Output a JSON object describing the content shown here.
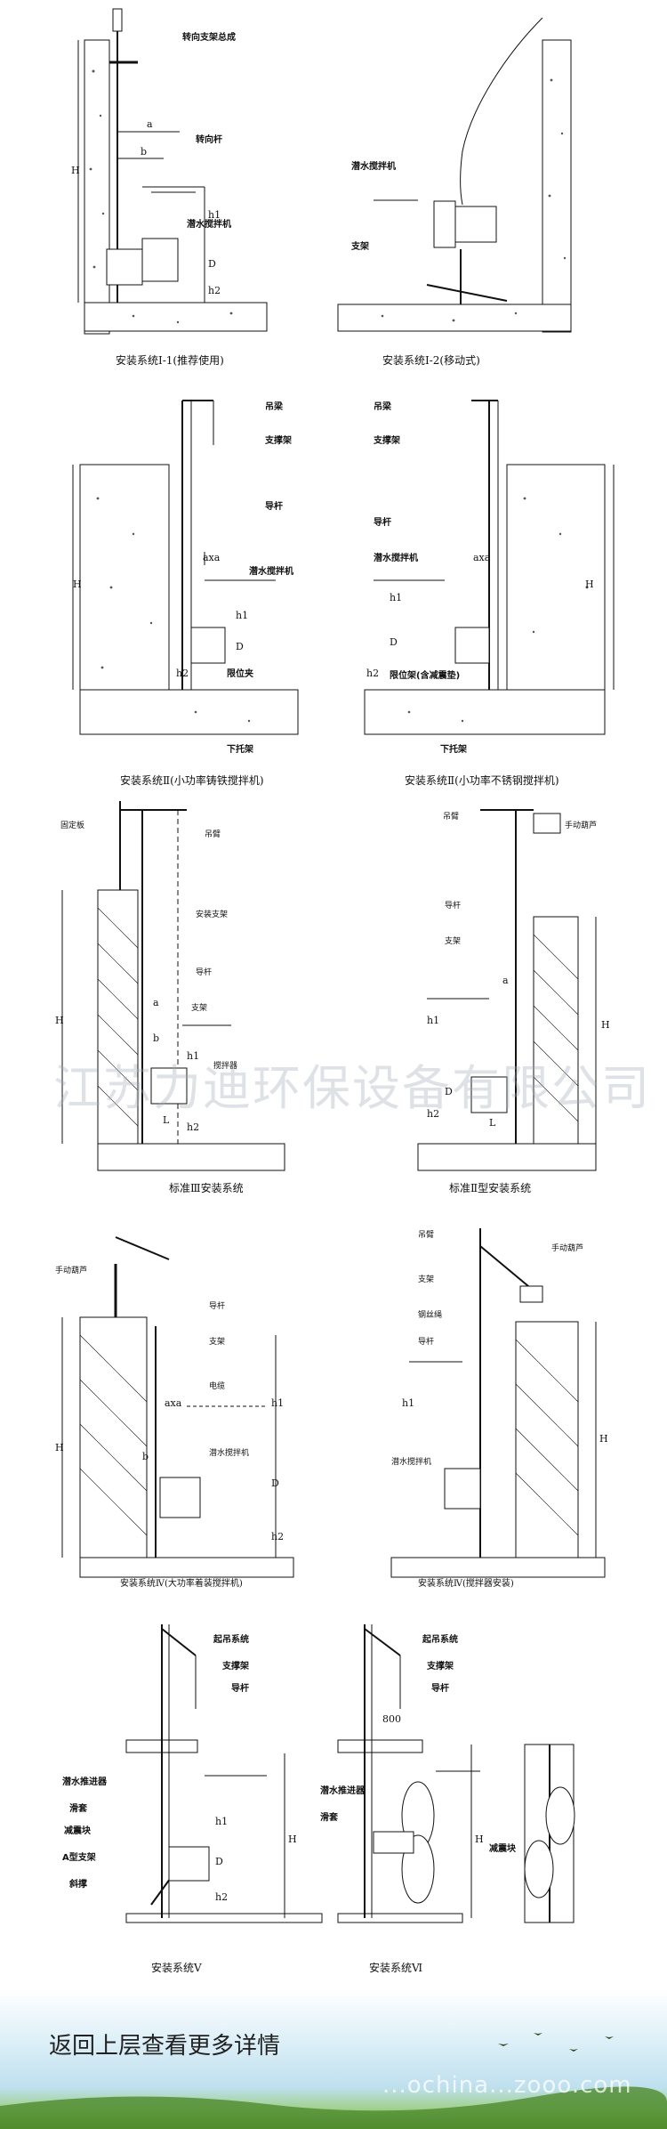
{
  "watermark": "江苏力迪环保设备有限公司",
  "footer": {
    "link_text": "返回上层查看更多详情",
    "site": "...ochina...zooo.com"
  },
  "panels": [
    {
      "caption": "安装系统Ⅰ-1(推荐使用)",
      "labels": [
        "转向支架总成",
        "转向杆",
        "潜水搅拌机"
      ],
      "dims": [
        "H",
        "a",
        "b",
        "h1",
        "D",
        "h2"
      ]
    },
    {
      "caption": "安装系统Ⅰ-2(移动式)",
      "labels": [
        "潜水搅拌机",
        "支架"
      ],
      "dims": []
    },
    {
      "caption": "安装系统Ⅱ(小功率铸铁搅拌机)",
      "labels": [
        "吊梁",
        "支撑架",
        "导杆",
        "潜水搅拌机",
        "限位夹",
        "下托架"
      ],
      "dims": [
        "H",
        "axa",
        "h1",
        "D",
        "h2"
      ]
    },
    {
      "caption": "安装系统Ⅱ(小功率不锈钢搅拌机)",
      "labels": [
        "吊梁",
        "支撑架",
        "导杆",
        "潜水搅拌机",
        "限位架(含减震垫)",
        "下托架"
      ],
      "dims": [
        "H",
        "axa",
        "h1",
        "D",
        "h2"
      ]
    },
    {
      "caption": "标准Ⅲ安装系统",
      "labels": [
        "固定板",
        "吊臂",
        "安装支架",
        "导杆",
        "支架",
        "搅拌器"
      ],
      "dims": [
        "H",
        "a",
        "b",
        "h1",
        "h2",
        "L"
      ]
    },
    {
      "caption": "标准Ⅱ型安装系统",
      "labels": [
        "吊臂",
        "手动葫芦",
        "导杆",
        "支架"
      ],
      "dims": [
        "H",
        "a",
        "h1",
        "h2",
        "D",
        "L"
      ]
    },
    {
      "caption": "安装系统Ⅳ(大功率着装搅拌机)",
      "labels": [
        "手动葫芦",
        "导杆",
        "支架",
        "电缆",
        "潜水搅拌机"
      ],
      "dims": [
        "H",
        "axa",
        "b",
        "h1",
        "D",
        "h2"
      ]
    },
    {
      "caption": "安装系统Ⅳ(搅拌器安装)",
      "labels": [
        "吊臂",
        "手动葫芦",
        "支架",
        "钢丝绳",
        "导杆",
        "潜水搅拌机"
      ],
      "dims": [
        "H",
        "h1"
      ]
    },
    {
      "caption": "安装系统Ⅴ",
      "labels": [
        "起吊系统",
        "支撑架",
        "导杆",
        "潜水推进器",
        "滑套",
        "减震块",
        "A型支架",
        "斜撑"
      ],
      "dims": [
        "H",
        "h1",
        "h2",
        "D"
      ]
    },
    {
      "caption": "安装系统Ⅵ",
      "labels": [
        "起吊系统",
        "支撑架",
        "导杆",
        "潜水推进器",
        "滑套",
        "减震块"
      ],
      "dims": [
        "800",
        "H"
      ]
    }
  ]
}
